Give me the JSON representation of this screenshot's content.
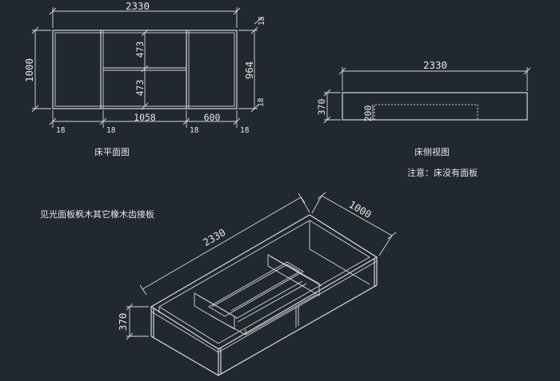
{
  "plan": {
    "label": "床平面图",
    "dims": {
      "width_total": "2330",
      "height_total": "1000",
      "inner_height": "964",
      "compartment_top": "473",
      "compartment_bottom": "473",
      "middle_width": "1058",
      "side_width": "600",
      "thickness": "18"
    }
  },
  "side": {
    "label": "床侧视图",
    "note": "注意：床没有面板",
    "dims": {
      "width": "2330",
      "height": "370",
      "inner_height": "200"
    }
  },
  "iso": {
    "note": "见光面板枫木其它橡木齿接板",
    "dims": {
      "length": "2330",
      "depth": "1000",
      "height": "370"
    }
  }
}
